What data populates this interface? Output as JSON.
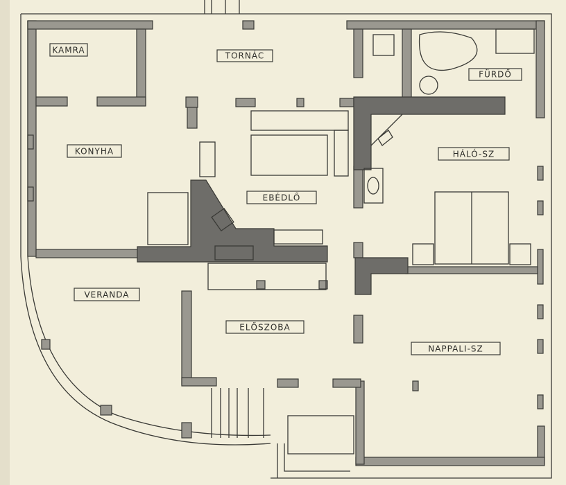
{
  "rooms": {
    "kamra": "KAMRA",
    "tornac": "TORNÁC",
    "furdo": "FÜRDŐ",
    "konyha": "KONYHA",
    "ebedlo": "EBÉDLŐ",
    "halo": "HÁLÓ-SZ",
    "veranda": "VERANDA",
    "eloszoba": "ELŐSZOBA",
    "nappali": "NAPPALI-SZ"
  },
  "colors": {
    "paper": "#f2eedb",
    "wall": "#9a9890",
    "wall_dark": "#6e6d69",
    "ink": "#3a3a36"
  }
}
